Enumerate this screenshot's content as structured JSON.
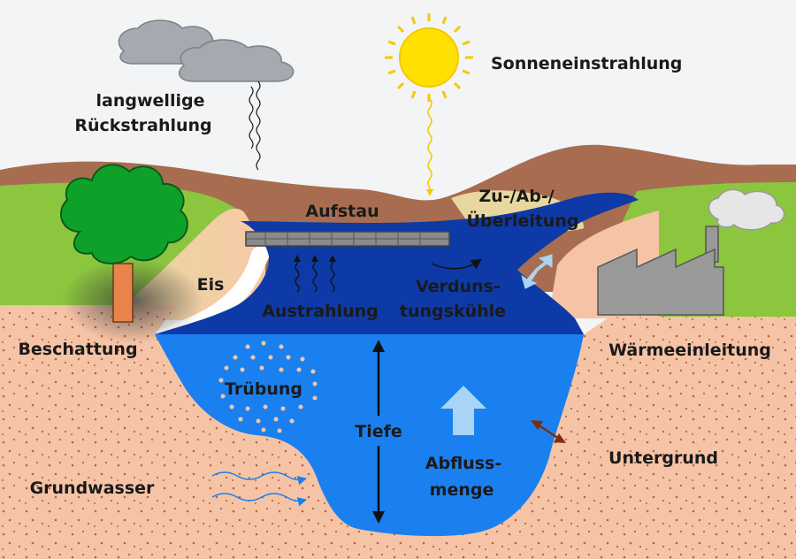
{
  "labels": {
    "sonneneinstrahlung": "Sonneneinstrahlung",
    "rueckstrahlung_1": "langwellige",
    "rueckstrahlung_2": "Rückstrahlung",
    "aufstau": "Aufstau",
    "zuableitung_1": "Zu-/Ab-/",
    "zuableitung_2": "Überleitung",
    "eis": "Eis",
    "austrahlung": "Austrahlung",
    "verdunstung_1": "Verduns-",
    "verdunstung_2": "tungskühle",
    "beschattung": "Beschattung",
    "waermeeinleitung": "Wärmeeinleitung",
    "truebung": "Trübung",
    "tiefe": "Tiefe",
    "abfluss_1": "Abfluss-",
    "abfluss_2": "menge",
    "untergrund": "Untergrund",
    "grundwasser": "Grundwasser"
  },
  "icons": [
    "cloud-icon",
    "sun-icon",
    "tree-icon",
    "factory-icon",
    "bridge-icon",
    "arrow-icon"
  ],
  "colors": {
    "sky": "#f2f4f6",
    "soil": "#f5c4a6",
    "soil_dots": "#c0603a",
    "hills": "#a86d50",
    "grass": "#8cc63f",
    "water_dark": "#0d3aa7",
    "water_light": "#1a80f0",
    "sun": "#ffe000",
    "tree": "#0fa02a",
    "factory": "#999999",
    "ice": "#ffffff"
  }
}
